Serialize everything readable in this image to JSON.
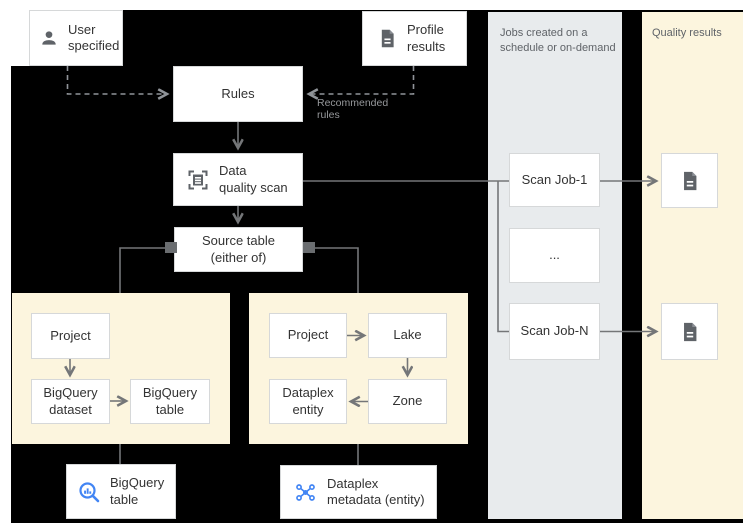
{
  "nodes": {
    "user": {
      "label": "User\nspecified",
      "icon": "person-icon"
    },
    "profile": {
      "label": "Profile\nresults",
      "icon": "document-icon"
    },
    "rules": {
      "label": "Rules"
    },
    "dq_scan": {
      "label": "Data\nquality scan",
      "icon": "scan-icon"
    },
    "source_table": {
      "label": "Source table\n(either of)"
    },
    "left_project": {
      "label": "Project"
    },
    "bq_dataset": {
      "label": "BigQuery\ndataset"
    },
    "bq_table": {
      "label": "BigQuery\ntable"
    },
    "right_project": {
      "label": "Project"
    },
    "lake": {
      "label": "Lake"
    },
    "dataplex_entity": {
      "label": "Dataplex\nentity"
    },
    "zone": {
      "label": "Zone"
    },
    "bq_table_bottom": {
      "label": "BigQuery\ntable",
      "icon": "bigquery-icon"
    },
    "dataplex_metadata": {
      "label": "Dataplex\nmetadata (entity)",
      "icon": "dataplex-icon"
    },
    "scan_job_1": {
      "label": "Scan Job-1"
    },
    "scan_job_ellipsis": {
      "label": "..."
    },
    "scan_job_n": {
      "label": "Scan Job-N"
    }
  },
  "annotations": {
    "recommended_rules": "Recommended rules",
    "jobs_header": "Jobs created on a\nschedule or on-demand",
    "quality_header": "Quality results"
  },
  "colors": {
    "canvas": "#000000",
    "panel_yellow": "#fcf5de",
    "column_gray": "#e8ebed",
    "box_border": "#d6d8d9",
    "solid_line": "#747678",
    "dashed_line": "#909499",
    "label_text": "#333333",
    "muted_text": "#5f6368",
    "icon_gray": "#5f6368",
    "google_blue": "#4285f4",
    "port_gray": "#6a6d70"
  }
}
